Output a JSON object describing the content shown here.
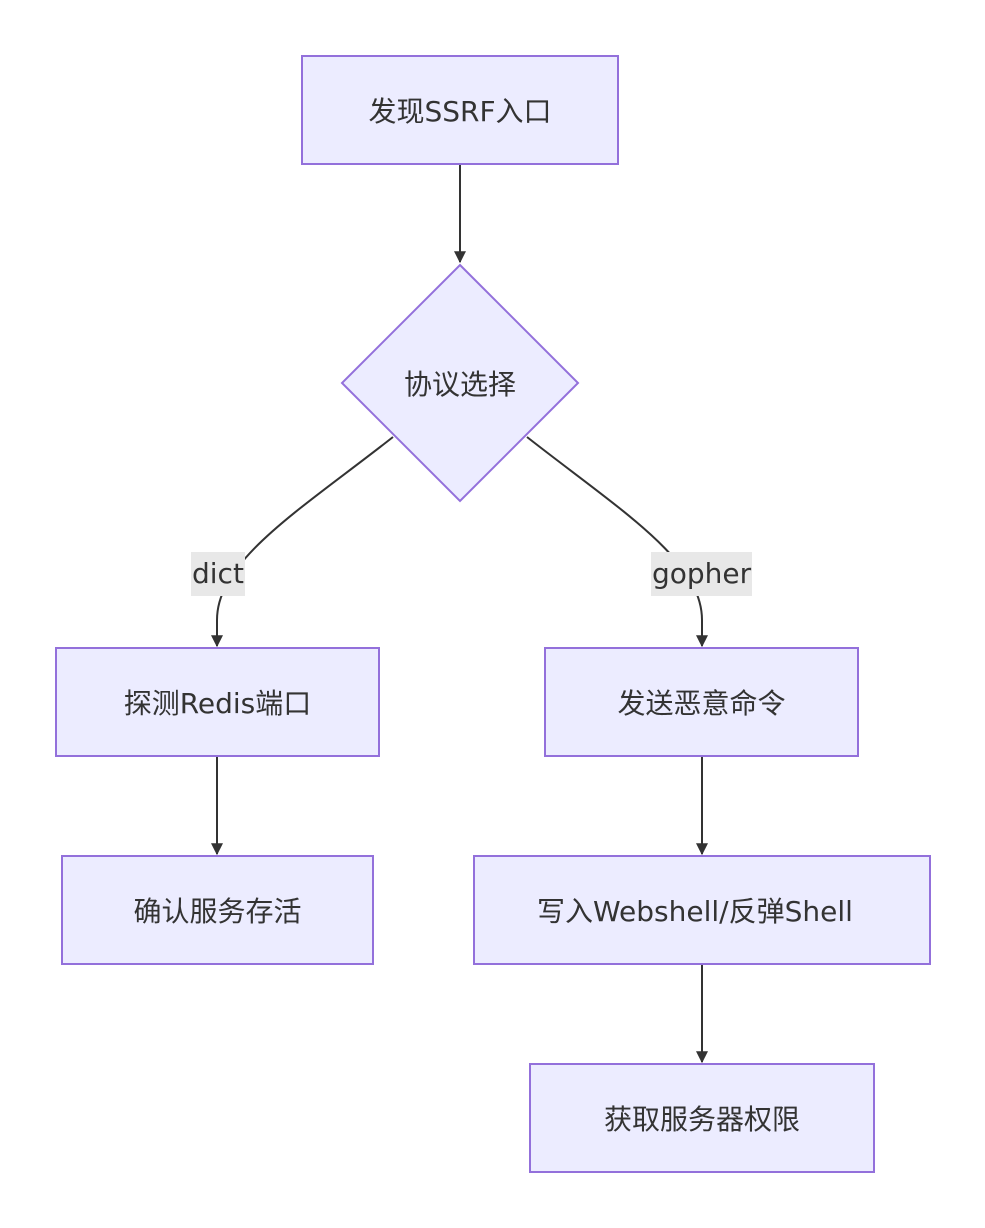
{
  "nodes": {
    "start": "发现SSRF入口",
    "decision": "协议选择",
    "probe_redis": "探测Redis端口",
    "confirm_service": "确认服务存活",
    "send_payload": "发送恶意命令",
    "write_shell": "写入Webshell/反弹Shell",
    "get_access": "获取服务器权限"
  },
  "edges": {
    "dict_label": "dict",
    "gopher_label": "gopher"
  },
  "colors": {
    "node_fill": "#ececff",
    "node_stroke": "#9370db",
    "edge": "#333333",
    "edge_label_bg": "#e8e8e8",
    "text": "#333333"
  }
}
